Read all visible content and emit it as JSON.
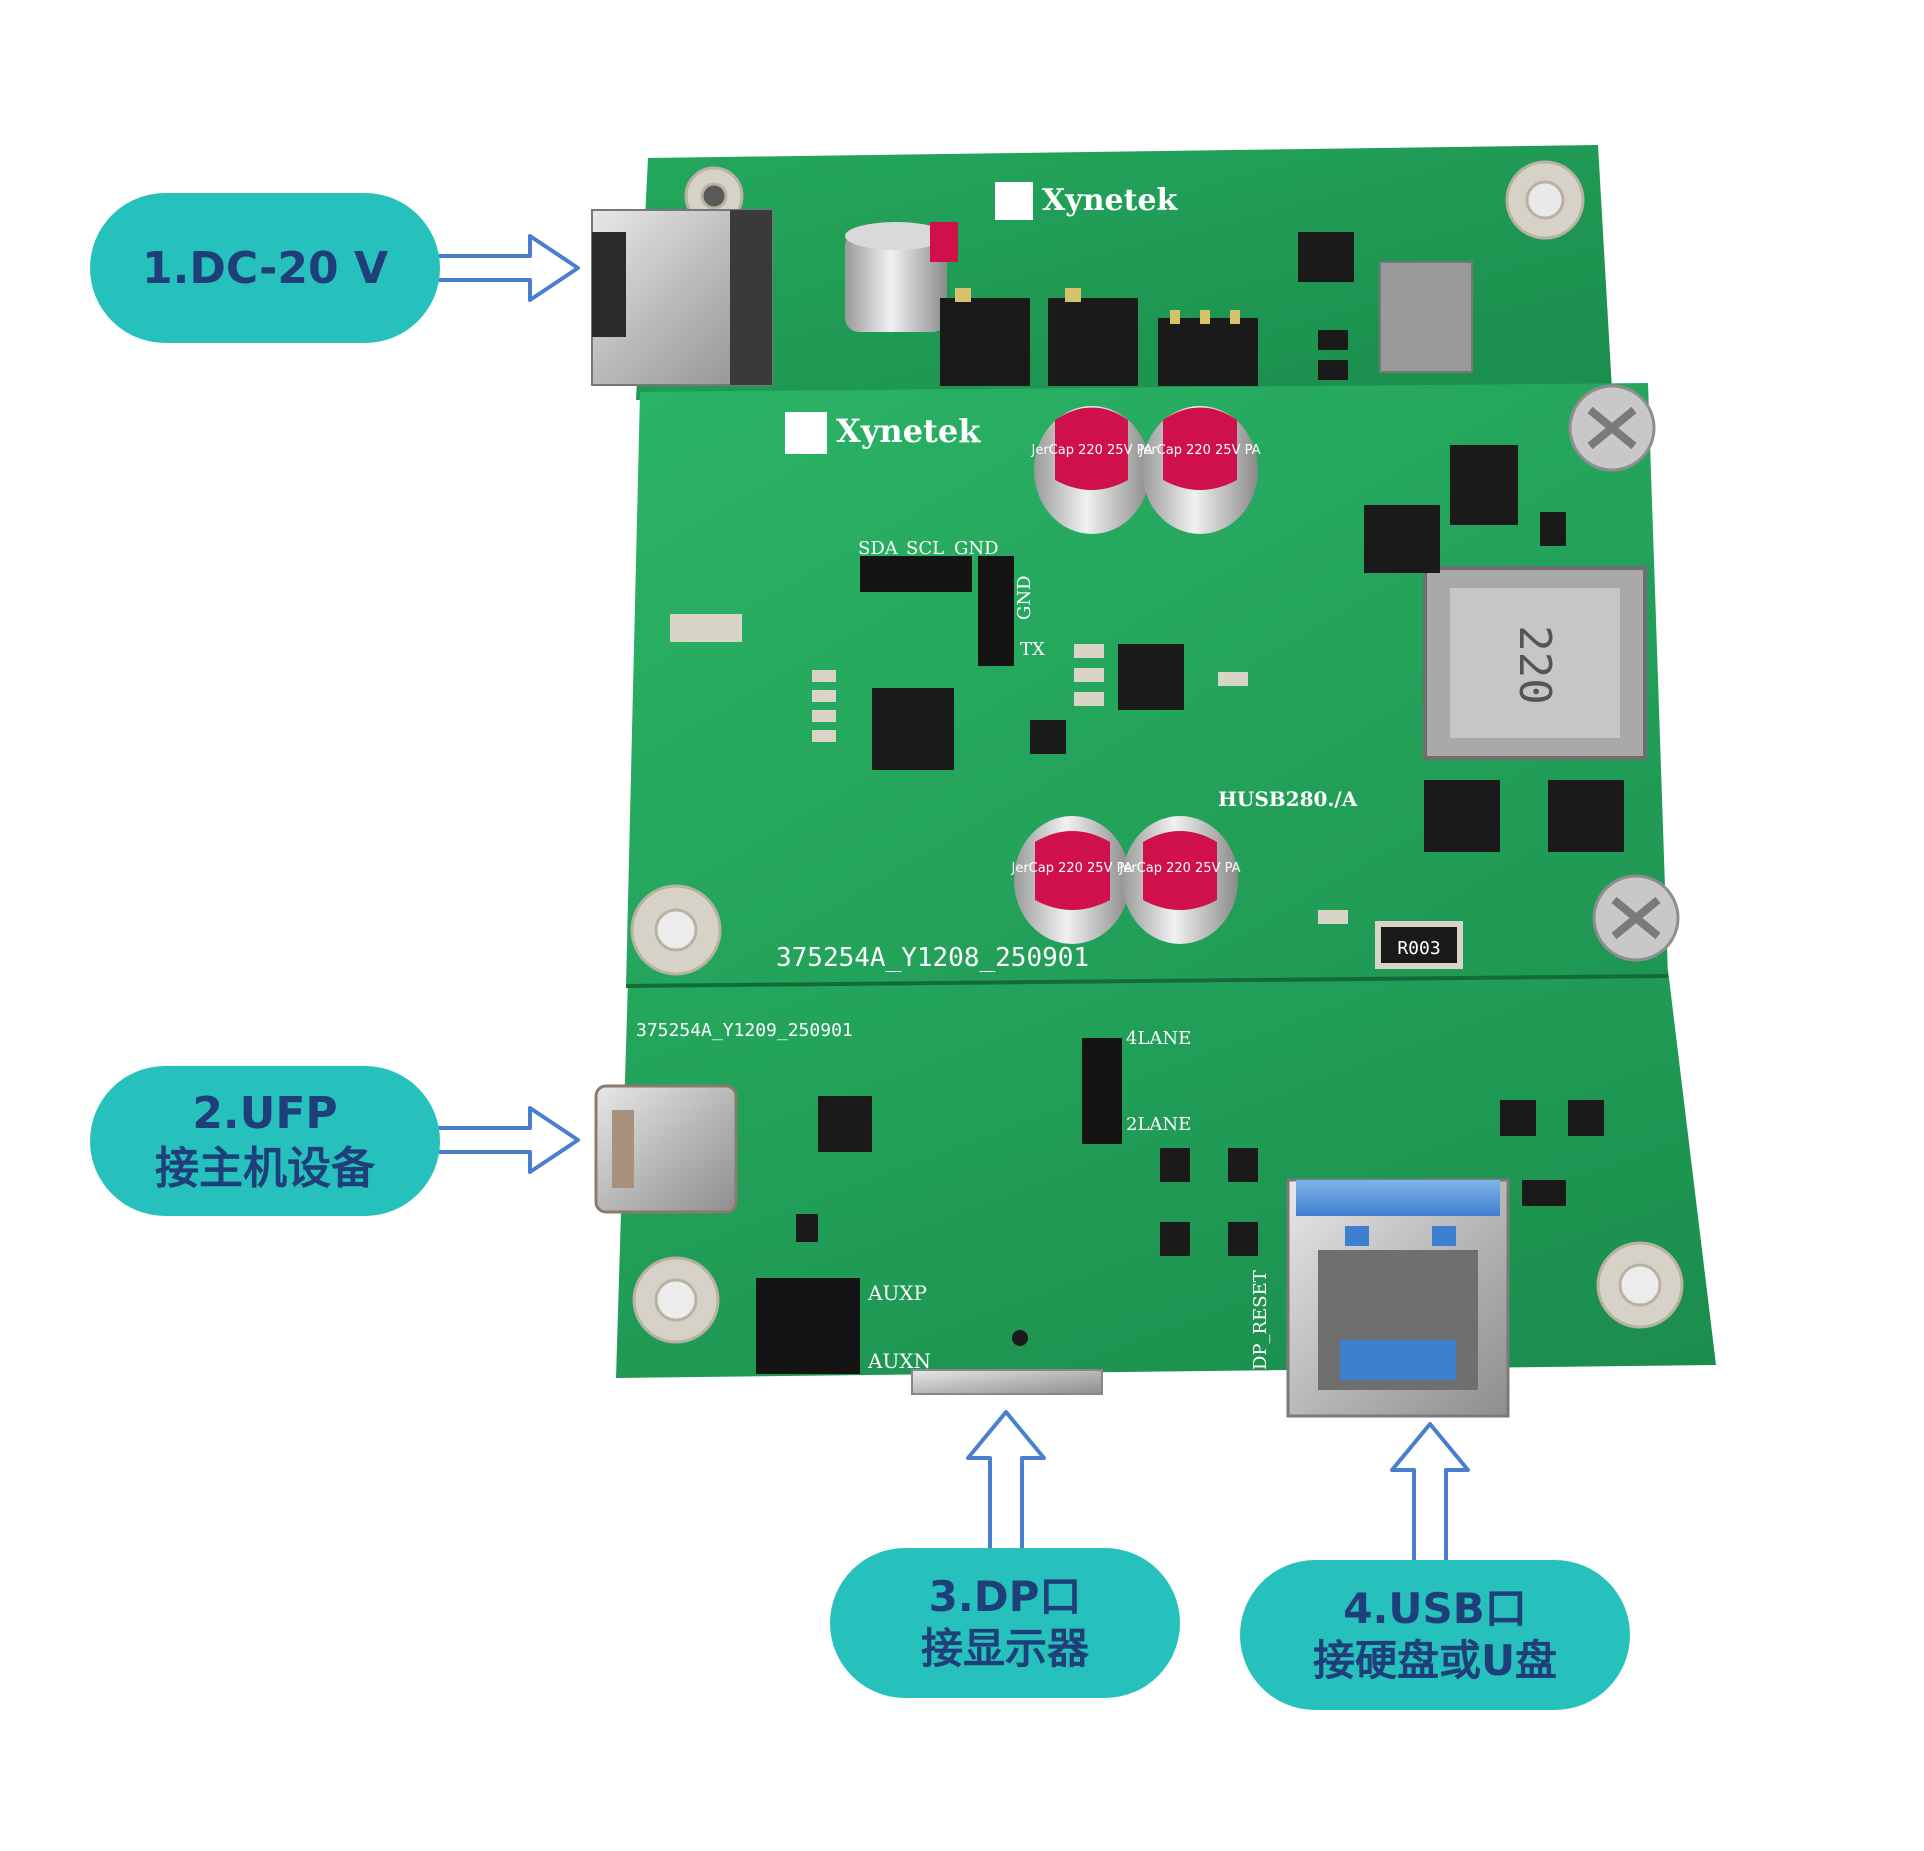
{
  "callouts": {
    "dc": {
      "line1": "1.DC-20 V"
    },
    "ufp": {
      "line1": "2.UFP",
      "line2": "接主机设备"
    },
    "dp": {
      "line1": "3.DP口",
      "line2": "接显示器"
    },
    "usb": {
      "line1": "4.USB口",
      "line2": "接硬盘或U盘"
    }
  },
  "board": {
    "brand": "Xynetek",
    "part_number": "HUSB280./A",
    "top_pcb_code": "375254A_Y1208_250901",
    "bottom_pcb_code": "375254A_Y1209_250901",
    "inductor_label": "220",
    "resistor_label": "R003",
    "capacitor_label": "JerCap 220 25V PA",
    "pin_labels": {
      "sda": "SDA",
      "scl": "SCL",
      "gnd_top": "GND",
      "gnd_side": "GND",
      "tx": "TX",
      "lane4": "4LANE",
      "lane2": "2LANE",
      "auxp": "AUXP",
      "auxn": "AUXN",
      "dp_reset": "DP_RESET"
    }
  },
  "colors": {
    "callout_bg": "#27c1bd",
    "callout_text": "#1f3f7a",
    "arrow": "#4a7fd0",
    "pcb": "#1f9a55"
  }
}
